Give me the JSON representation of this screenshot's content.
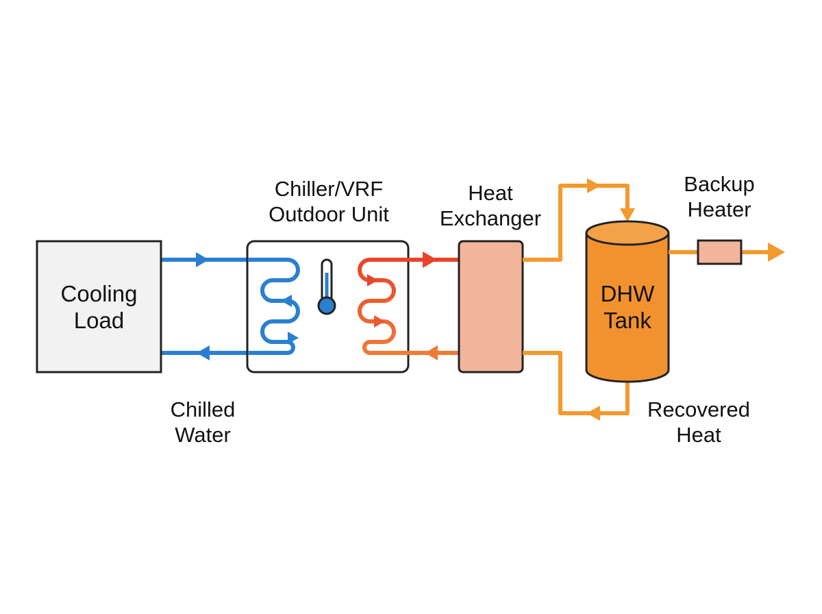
{
  "diagram": {
    "cooling_load": {
      "line1": "Cooling",
      "line2": "Load"
    },
    "outdoor_unit": {
      "line1": "Chiller/VRF",
      "line2": "Outdoor Unit"
    },
    "heat_exchanger": {
      "line1": "Heat",
      "line2": "Exchanger"
    },
    "dhw_tank": {
      "line1": "DHW",
      "line2": "Tank"
    },
    "backup_heater": {
      "line1": "Backup",
      "line2": "Heater"
    },
    "chilled_water": {
      "line1": "Chilled",
      "line2": "Water"
    },
    "recovered_heat": {
      "line1": "Recovered",
      "line2": "Heat"
    }
  },
  "colors": {
    "chilled_blue": "#2a7fd0",
    "hot_red": "#e8442a",
    "warm_orange": "#f29a2e",
    "hx_fill": "#f2b49b",
    "tank_fill": "#f2922f",
    "load_fill": "#f2f2f2",
    "outline": "#222222"
  }
}
